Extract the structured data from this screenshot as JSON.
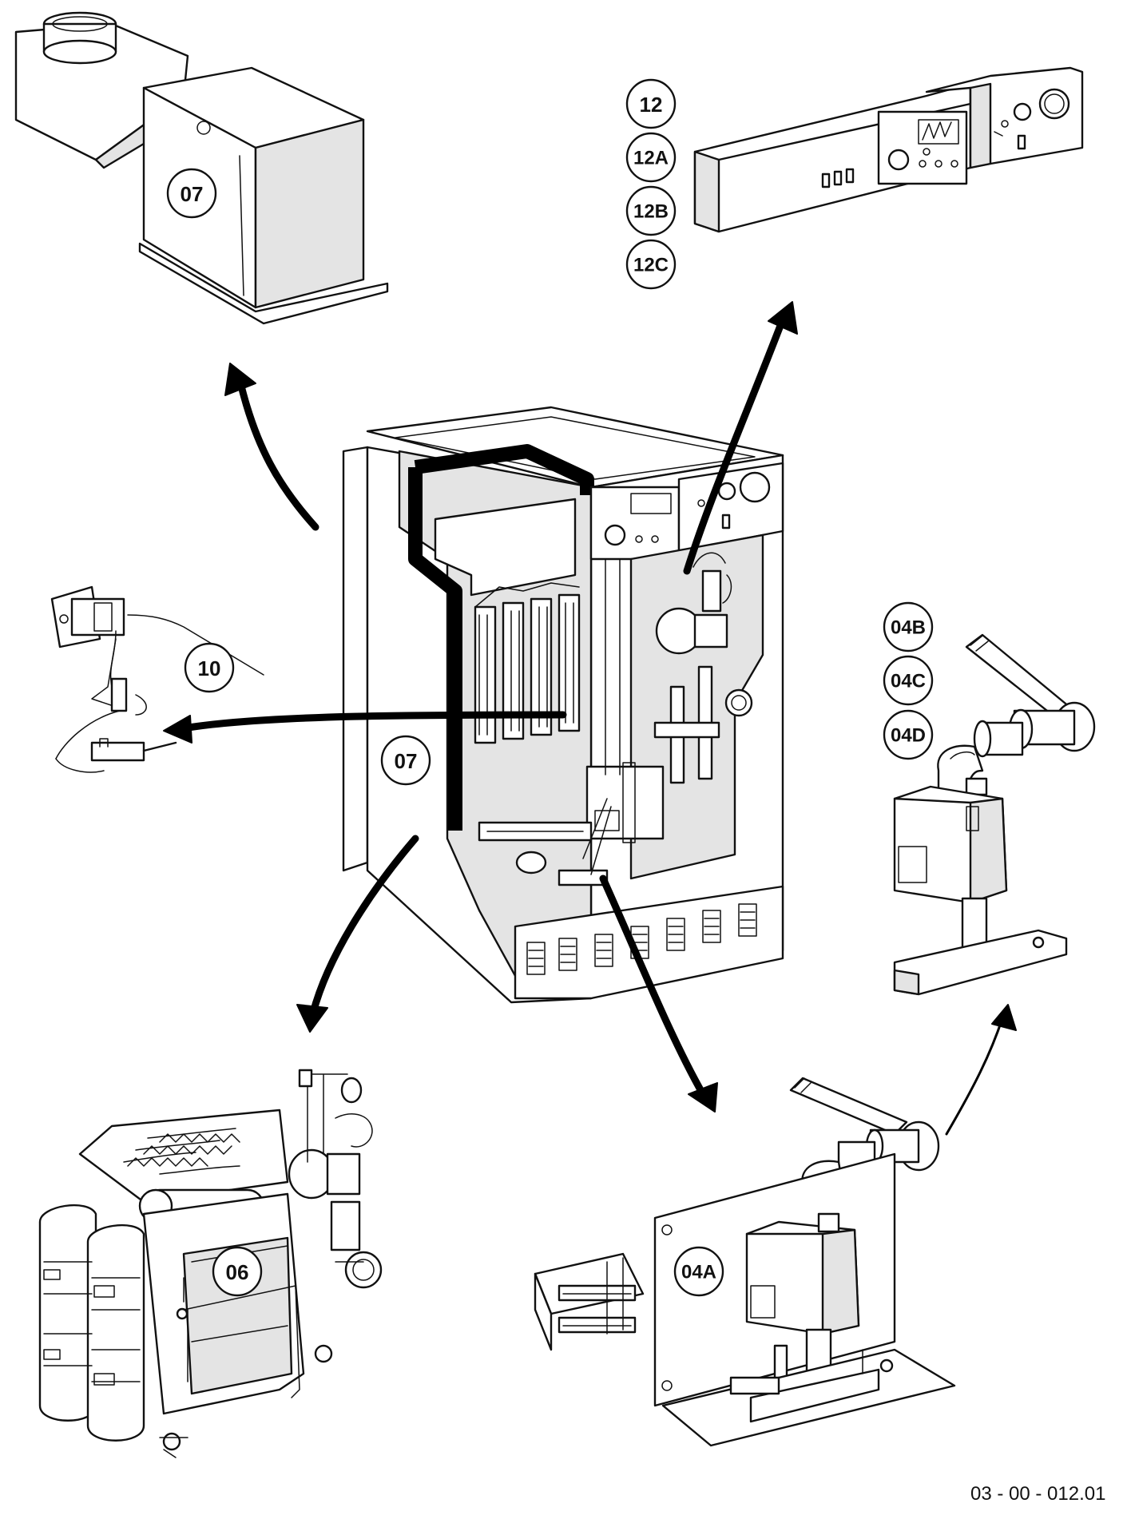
{
  "callouts": {
    "casing_top": "07",
    "casing_front": "07",
    "control_panel_1": "12",
    "control_panel_2": "12A",
    "control_panel_3": "12B",
    "control_panel_4": "12C",
    "ignition": "10",
    "pump_kit_1": "04B",
    "pump_kit_2": "04C",
    "pump_kit_3": "04D",
    "heat_exchanger": "06",
    "base_module": "04A"
  },
  "reference": "03 - 00 - 012.01"
}
